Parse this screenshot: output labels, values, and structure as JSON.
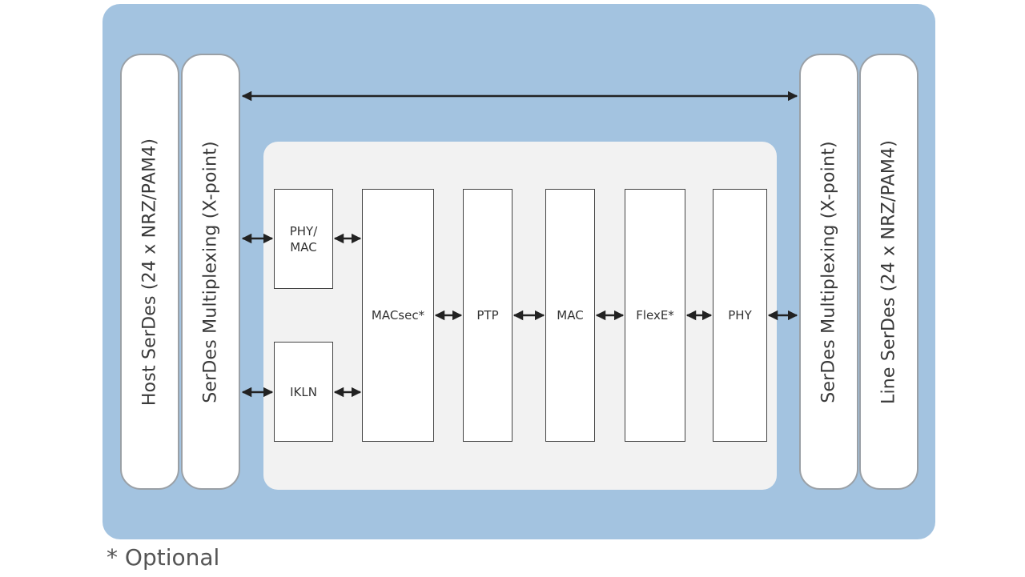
{
  "side_pills": {
    "host_serdes": "Host SerDes (24 x NRZ/PAM4)",
    "left_mux": "SerDes Multiplexing (X-point)",
    "right_mux": "SerDes Multiplexing (X-point)",
    "line_serdes": "Line SerDes (24 x NRZ/PAM4)"
  },
  "blocks": {
    "phy_mac_line1": "PHY/",
    "phy_mac_line2": "MAC",
    "ikln": "IKLN",
    "macsec": "MACsec*",
    "ptp": "PTP",
    "mac": "MAC",
    "flexe": "FlexE*",
    "phy": "PHY"
  },
  "colors": {
    "outer_background": "#a3c3e0",
    "inner_background": "#f2f2f2",
    "arrow": "#222222"
  },
  "footnote": "* Optional"
}
